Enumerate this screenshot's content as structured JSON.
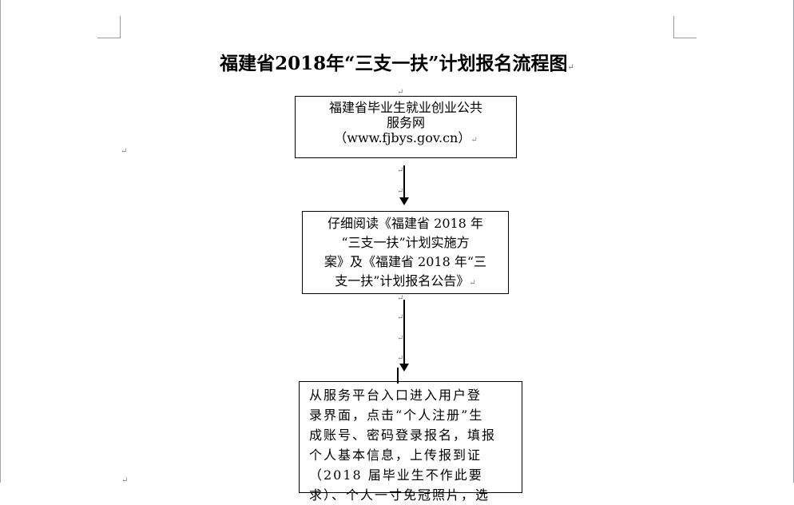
{
  "title": "福建省2018年“三支一扶”计划报名流程图",
  "boxes": [
    {
      "lines": [
        "福建省毕业生就业创业公共",
        "服务网",
        "（www.fjbys.gov.cn）"
      ]
    },
    {
      "lines": [
        "仔细阅读《福建省 2018 年",
        "“三支一扶”计划实施方",
        "案》及《福建省 2018 年“三",
        "支一扶”计划报名公告》"
      ]
    },
    {
      "lines": [
        "从服务平台入口进入用户登",
        "录界面，点击“个人注册”生",
        "成账号、密码登录报名，填报",
        "个人基本信息，上传报到证",
        "（2018 届毕业生不作此要",
        "求）、个人一寸免冠照片，选"
      ]
    }
  ],
  "paragraph_mark": "↵"
}
